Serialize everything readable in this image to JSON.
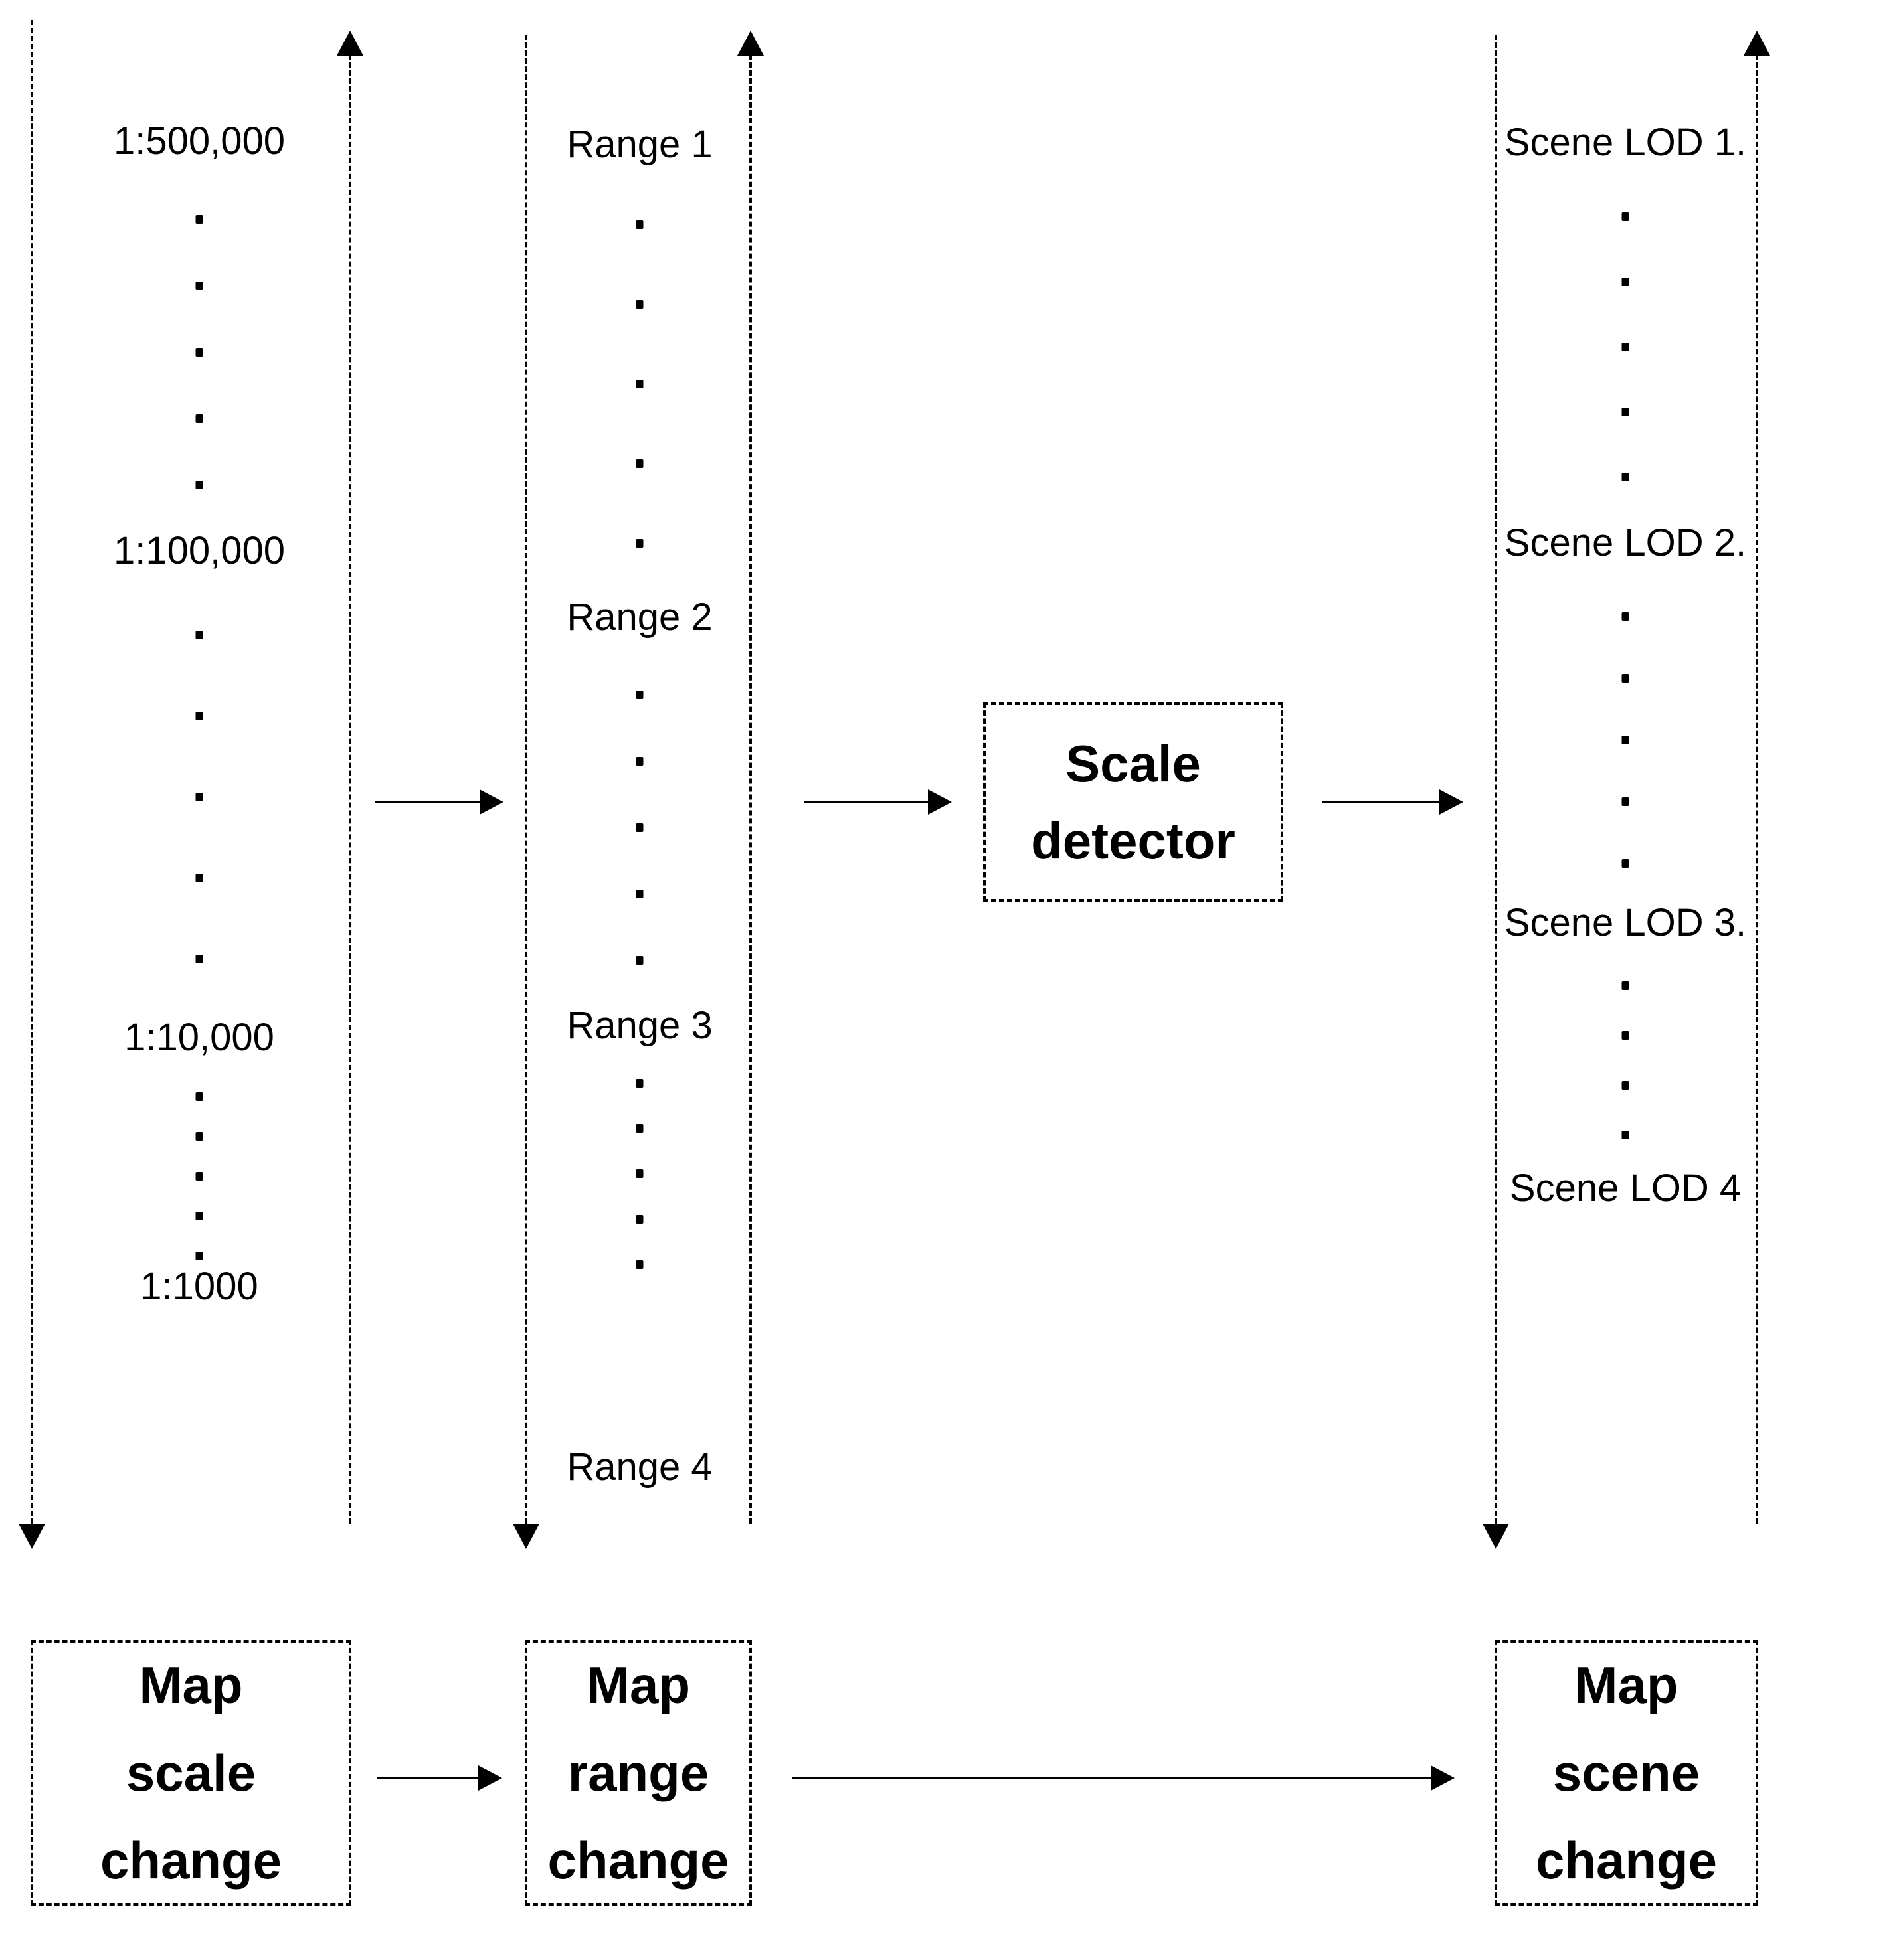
{
  "columns": [
    {
      "name": "map-scale",
      "labels": [
        "1:500,000",
        "1:100,000",
        "1:10,000",
        "1:1000"
      ]
    },
    {
      "name": "map-range",
      "labels": [
        "Range 1",
        "Range 2",
        "Range 3",
        "Range 4"
      ]
    },
    {
      "name": "scene-lod",
      "labels": [
        "Scene LOD 1.",
        "Scene LOD 2.",
        "Scene LOD 3.",
        "Scene LOD 4"
      ]
    }
  ],
  "scale_detector": {
    "line1": "Scale",
    "line2": "detector"
  },
  "bottom_boxes": [
    {
      "lines": [
        "Map",
        "scale",
        "change"
      ]
    },
    {
      "lines": [
        "Map",
        "range",
        "change"
      ]
    },
    {
      "lines": [
        "Map",
        "scene",
        "change"
      ]
    }
  ],
  "colors": {
    "ink": "#000000",
    "background": "#ffffff"
  }
}
